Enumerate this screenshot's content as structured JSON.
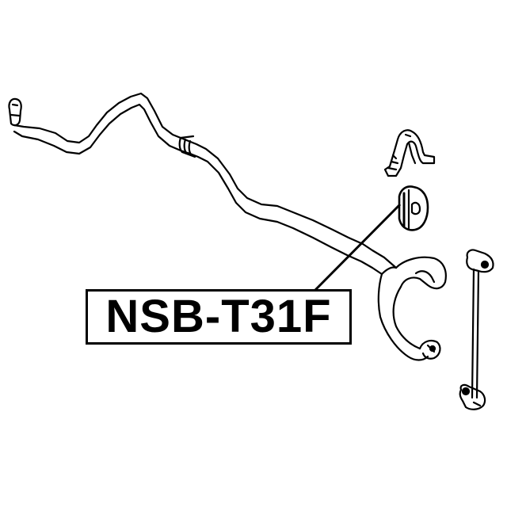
{
  "diagram": {
    "type": "parts-exploded-view",
    "part_number": "NSB-T31F",
    "colors": {
      "line": "#000000",
      "background": "#ffffff"
    },
    "components": [
      {
        "id": "stabilizer-bar",
        "name": "Stabilizer bar"
      },
      {
        "id": "bushing-bracket",
        "name": "Bushing bracket"
      },
      {
        "id": "bushing",
        "name": "Stabilizer bushing",
        "highlighted_by": "NSB-T31F"
      },
      {
        "id": "stabilizer-link",
        "name": "Stabilizer link"
      }
    ],
    "callout": {
      "label": "NSB-T31F",
      "points_to": "bushing"
    }
  }
}
